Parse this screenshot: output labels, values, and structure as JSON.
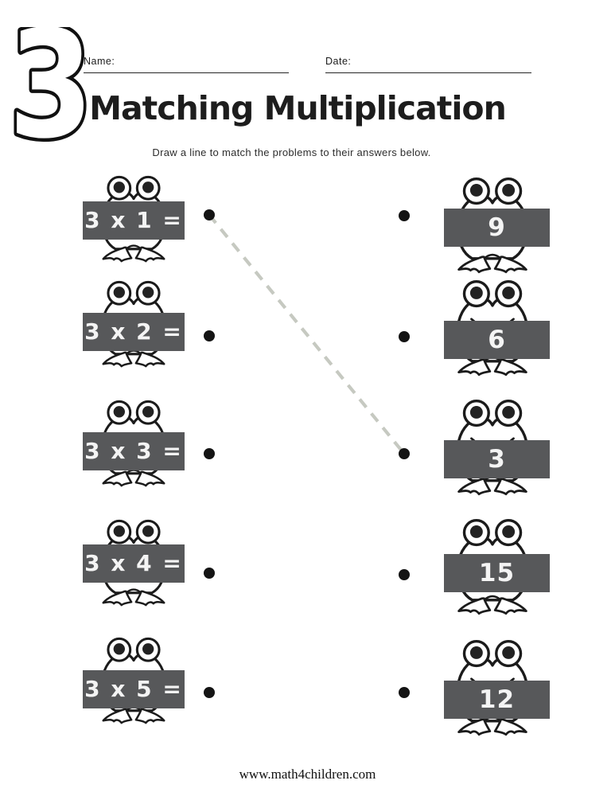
{
  "header": {
    "worksheet_number": "3",
    "name_label": "Name:",
    "date_label": "Date:",
    "title": "Matching Multiplication",
    "instructions": "Draw a line to match the problems to their answers below."
  },
  "problems": [
    "3 x 1 =",
    "3 x 2 =",
    "3 x 3 =",
    "3 x 4 =",
    "3 x 5 ="
  ],
  "answers": [
    "9",
    "6",
    "3",
    "15",
    "12"
  ],
  "drawn_connection": {
    "problem": "3 x 1 =",
    "answer": "3"
  },
  "footer": {
    "website": "www.math4children.com"
  },
  "colors": {
    "banner": "#57585a",
    "banner_text": "#f4f4f4",
    "dashed_line": "#c6c9c1",
    "dot": "#141414",
    "frog_outline": "#1b1b1b"
  }
}
